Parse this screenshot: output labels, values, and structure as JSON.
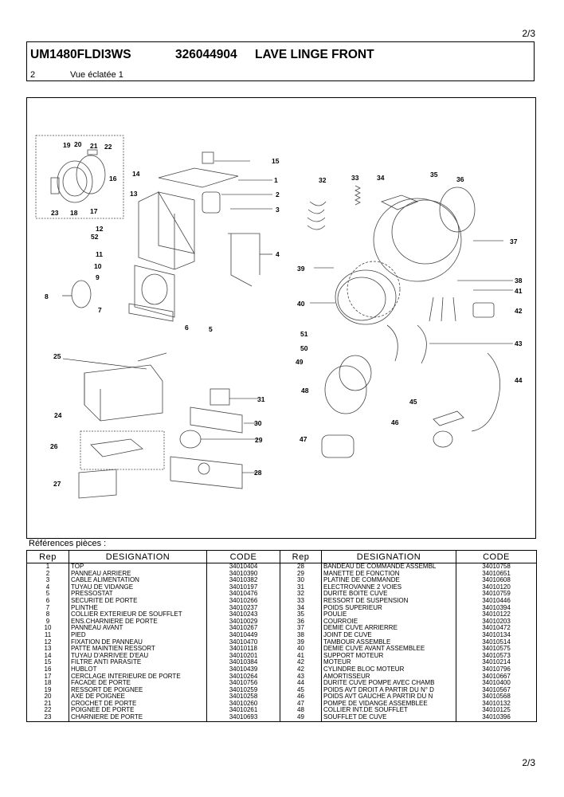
{
  "page": {
    "top": "2/3",
    "bottom": "2/3"
  },
  "header": {
    "model": "UM1480FLDI3WS",
    "code": "326044904",
    "name": "LAVE LINGE FRONT",
    "view_number": "2",
    "view_title": "Vue éclatée 1"
  },
  "diagram": {
    "callouts": [
      "1",
      "2",
      "3",
      "4",
      "5",
      "6",
      "7",
      "8",
      "9",
      "10",
      "11",
      "12",
      "13",
      "14",
      "15",
      "16",
      "17",
      "18",
      "19",
      "20",
      "21",
      "22",
      "23",
      "24",
      "25",
      "26",
      "27",
      "28",
      "29",
      "30",
      "31",
      "32",
      "33",
      "34",
      "35",
      "36",
      "37",
      "38",
      "39",
      "40",
      "41",
      "42",
      "43",
      "44",
      "45",
      "46",
      "47",
      "48",
      "49",
      "50",
      "51",
      "52"
    ]
  },
  "references": {
    "title": "Références pièces  :",
    "headers": [
      "Rep",
      "DESIGNATION",
      "CODE",
      "Rep",
      "DESIGNATION",
      "CODE"
    ],
    "rows": [
      [
        "1",
        "TOP",
        "34010404",
        "28",
        "BANDEAU DE COMMANDE ASSEMBL",
        "34010758"
      ],
      [
        "2",
        "PANNEAU ARRIERE",
        "34010390",
        "29",
        "MANETTE DE FONCTION",
        "34010651"
      ],
      [
        "3",
        "CABLE ALIMENTATION",
        "34010382",
        "30",
        "PLATINE DE COMMANDE",
        "34010608"
      ],
      [
        "4",
        "TUYAU DE VIDANGE",
        "34010197",
        "31",
        "ELECTROVANNE 2 VOIES",
        "34010120"
      ],
      [
        "5",
        "PRESSOSTAT",
        "34010476",
        "32",
        "DURITE BOITE CUVE",
        "34010759"
      ],
      [
        "6",
        "SECURITE DE PORTE",
        "34010266",
        "33",
        "RESSORT DE SUSPENSION",
        "34010446"
      ],
      [
        "7",
        "PLINTHE",
        "34010237",
        "34",
        "POIDS SUPERIEUR",
        "34010394"
      ],
      [
        "8",
        "COLLIER EXTERIEUR DE SOUFFLET",
        "34010243",
        "35",
        "POULIE",
        "34010122"
      ],
      [
        "9",
        "ENS.CHARNIERE DE PORTE",
        "34010029",
        "36",
        "COURROIE",
        "34010203"
      ],
      [
        "10",
        "PANNEAU AVANT",
        "34010267",
        "37",
        "DEMIE CUVE ARRIERRE",
        "34010472"
      ],
      [
        "11",
        "PIED",
        "34010449",
        "38",
        "JOINT DE CUVE",
        "34010134"
      ],
      [
        "12",
        "FIXATION DE PANNEAU",
        "34010470",
        "39",
        "TAMBOUR ASSEMBLE",
        "34010514"
      ],
      [
        "13",
        "PATTE MAINTIEN RESSORT",
        "34010118",
        "40",
        "DEMIE CUVE AVANT ASSEMBLEE",
        "34010575"
      ],
      [
        "14",
        "TUYAU D'ARRIVEE D'EAU",
        "34010201",
        "41",
        "SUPPORT MOTEUR",
        "34010573"
      ],
      [
        "15",
        "FILTRE ANTI PARASITE",
        "34010384",
        "42",
        "MOTEUR",
        "34010214"
      ],
      [
        "16",
        "HUBLOT",
        "34010439",
        "42",
        "CYLINDRE BLOC MOTEUR",
        "34010796"
      ],
      [
        "17",
        "CERCLAGE INTERIEURE DE PORTE",
        "34010264",
        "43",
        "AMORTISSEUR",
        "34010667"
      ],
      [
        "18",
        "FACADE DE PORTE",
        "34010756",
        "44",
        "DURITE CUVE POMPE AVEC CHAMB",
        "34010400"
      ],
      [
        "19",
        "RESSORT DE POIGNEE",
        "34010259",
        "45",
        "POIDS AVT DROIT A PARTIR DU N° D",
        "34010567"
      ],
      [
        "20",
        "AXE DE POIGNEE",
        "34010258",
        "46",
        "POIDS AVT GAUCHE A PARTIR DU N",
        "34010568"
      ],
      [
        "21",
        "CROCHET DE PORTE",
        "34010260",
        "47",
        "POMPE DE VIDANGE ASSEMBLEE",
        "34010132"
      ],
      [
        "22",
        "POIGNEE DE PORTE",
        "34010261",
        "48",
        "COLLIER INT.DE SOUFFLET",
        "34010125"
      ],
      [
        "23",
        "CHARNIERE DE PORTE",
        "34010693",
        "49",
        "SOUFFLET DE CUVE",
        "34010396"
      ]
    ]
  }
}
